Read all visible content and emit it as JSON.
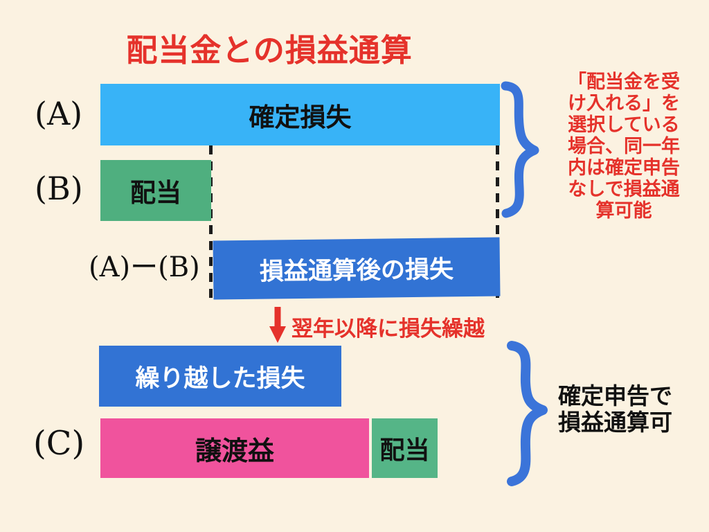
{
  "title": "配当金との損益通算",
  "colors": {
    "background": "#FBF2E1",
    "light_blue_bar": "#38B3F7",
    "green_bar": "#4FAF7F",
    "blue_bar": "#3273D4",
    "pink_bar": "#F0539D",
    "accent_red": "#E5322B",
    "brace_blue": "#3B74D9",
    "text_black": "#111111"
  },
  "rows": {
    "a": {
      "label": "(A)",
      "bar_label": "確定損失"
    },
    "b": {
      "label": "(B)",
      "bar_label": "配当"
    },
    "ab": {
      "label": "(A)ー(B)",
      "bar_label": "損益通算後の損失"
    },
    "carry": {
      "bar_label": "繰り越した損失"
    },
    "c": {
      "label": "(C)",
      "gain_bar_label": "譲渡益",
      "dividend_bar_label": "配当"
    }
  },
  "arrow": {
    "icon": "down-arrow",
    "label": "翌年以降に損失繰越"
  },
  "notes": {
    "same_year": "「配当金を受\nけ入れる」を\n選択している\n場合、同一年\n内は確定申告\nなしで損益通\n算可能",
    "tax_return": "確定申告で\n損益通算可"
  }
}
